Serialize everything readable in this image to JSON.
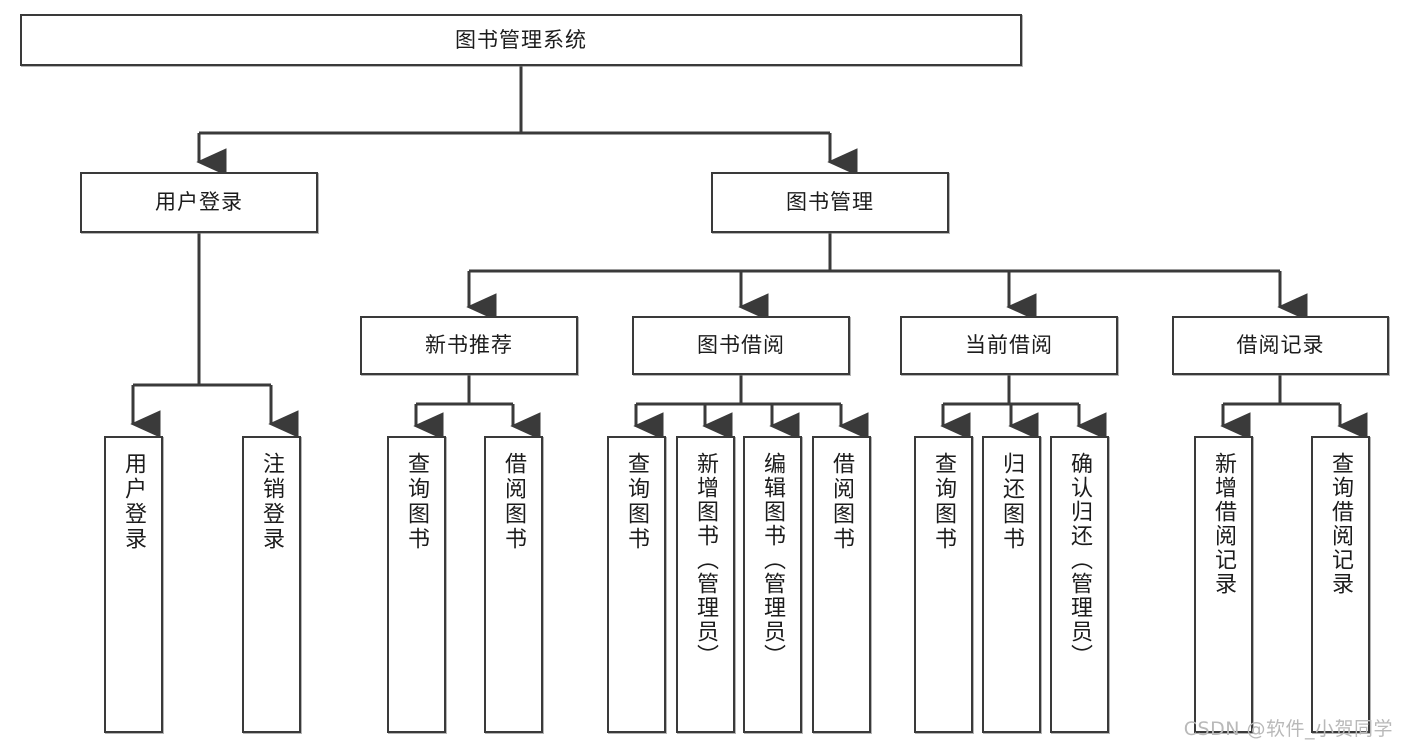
{
  "diagram": {
    "title": "图书管理系统",
    "watermark": "CSDN @软件_小贺同学",
    "accent_color": "#3a3a3a",
    "background_color": "#ffffff",
    "levels": 4,
    "root": {
      "label": "图书管理系统",
      "children": [
        {
          "label": "用户登录",
          "children": [
            {
              "label": "用户登录"
            },
            {
              "label": "注销登录"
            }
          ]
        },
        {
          "label": "图书管理",
          "children": [
            {
              "label": "新书推荐",
              "children": [
                {
                  "label": "查询图书"
                },
                {
                  "label": "借阅图书"
                }
              ]
            },
            {
              "label": "图书借阅",
              "children": [
                {
                  "label": "查询图书"
                },
                {
                  "label": "新增图书（管理员）"
                },
                {
                  "label": "编辑图书（管理员）"
                },
                {
                  "label": "借阅图书"
                }
              ]
            },
            {
              "label": "当前借阅",
              "children": [
                {
                  "label": "查询图书"
                },
                {
                  "label": "归还图书"
                },
                {
                  "label": "确认归还（管理员）"
                }
              ]
            },
            {
              "label": "借阅记录",
              "children": [
                {
                  "label": "新增借阅记录"
                },
                {
                  "label": "查询借阅记录"
                }
              ]
            }
          ]
        }
      ]
    },
    "nodes": {
      "root": "图书管理系统",
      "user_login": "用户登录",
      "book_manage": "图书管理",
      "new_book_rec": "新书推荐",
      "book_borrow": "图书借阅",
      "current_borrow": "当前借阅",
      "borrow_record": "借阅记录",
      "leaf_user_login": "用户登录",
      "leaf_logout": "注销登录",
      "leaf_rec_query": "查询图书",
      "leaf_rec_borrow": "借阅图书",
      "leaf_borrow_query": "查询图书",
      "leaf_borrow_add": "新增图书（管理员）",
      "leaf_borrow_edit": "编辑图书（管理员）",
      "leaf_borrow_do": "借阅图书",
      "leaf_cur_query": "查询图书",
      "leaf_cur_return": "归还图书",
      "leaf_cur_confirm": "确认归还（管理员）",
      "leaf_rec_add": "新增借阅记录",
      "leaf_rec_query2": "查询借阅记录"
    }
  }
}
